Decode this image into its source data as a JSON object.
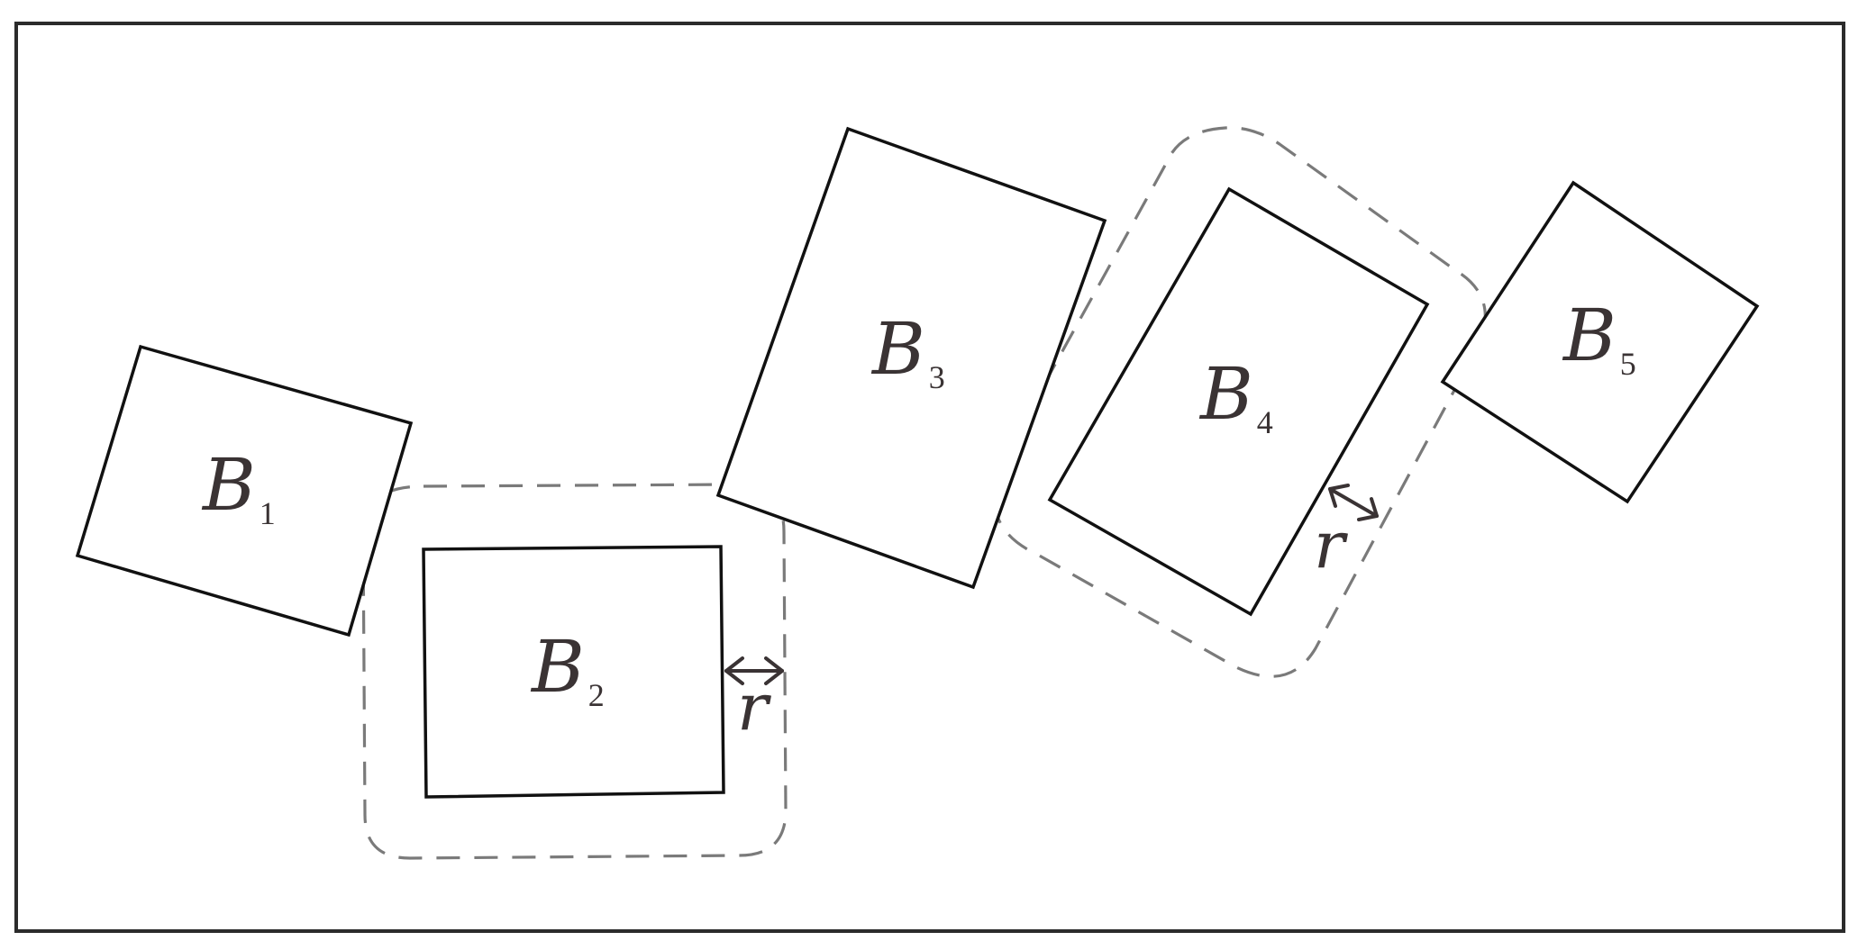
{
  "diagram": {
    "blocks": [
      {
        "main": "B",
        "sub": "1"
      },
      {
        "main": "B",
        "sub": "2"
      },
      {
        "main": "B",
        "sub": "3"
      },
      {
        "main": "B",
        "sub": "4"
      },
      {
        "main": "B",
        "sub": "5"
      }
    ],
    "distance_labels": [
      "r",
      "r"
    ]
  }
}
